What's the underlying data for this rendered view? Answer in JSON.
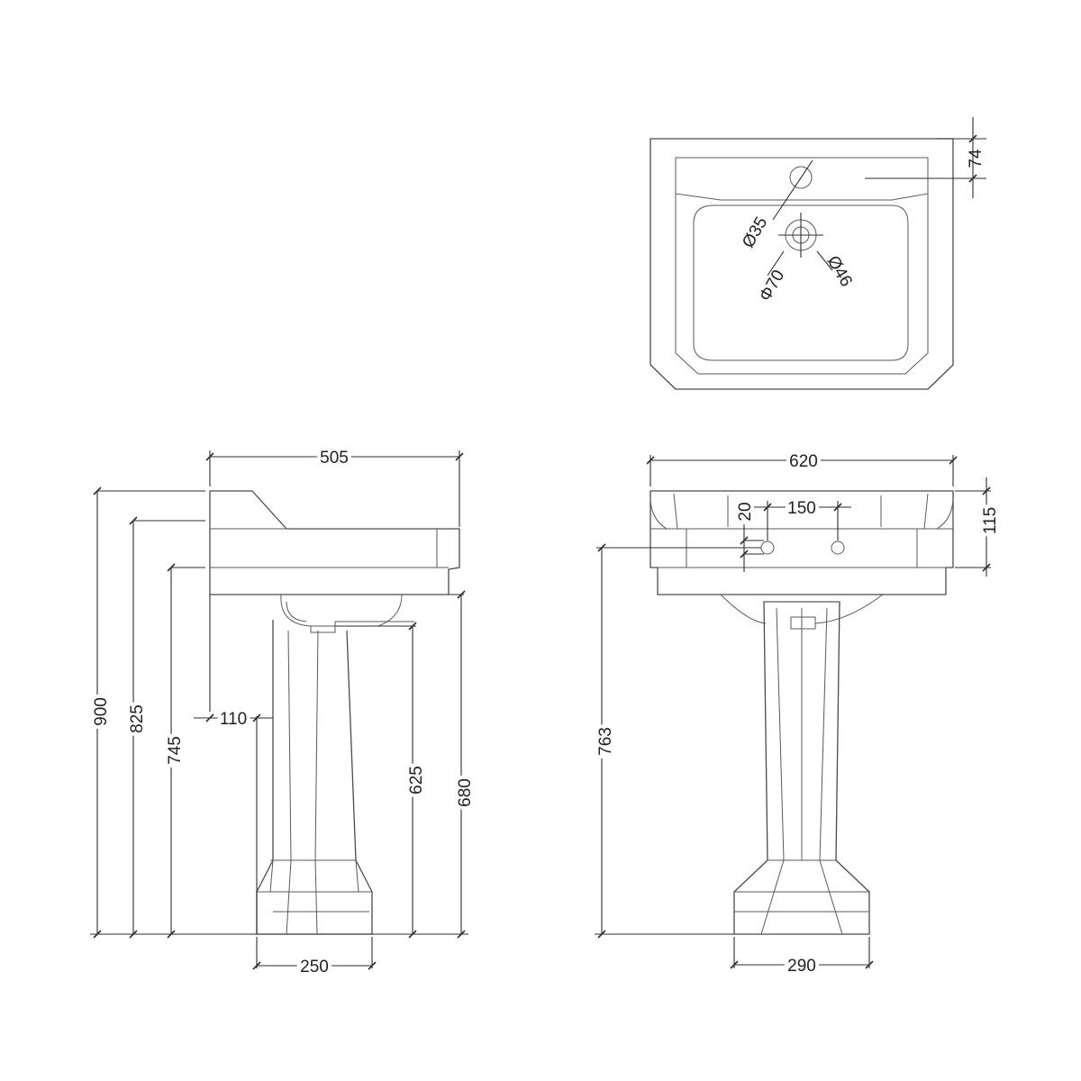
{
  "top_view": {
    "depth_back_ledge": "74",
    "tap_hole_dia": "Ø35",
    "waste_outer_dia": "Φ70",
    "waste_inner_dia": "Ø46"
  },
  "side_view": {
    "depth": "505",
    "height_overall": "900",
    "height_ledge": "825",
    "height_rim": "745",
    "wall_to_pedestal": "110",
    "height_waste": "625",
    "height_basin_underside": "680",
    "pedestal_foot_width": "250"
  },
  "front_view": {
    "width": "620",
    "tap_hole_offset": "20",
    "tap_hole_centres": "150",
    "front_height": "115",
    "height_to_fixing": "763",
    "pedestal_foot_width": "290"
  }
}
